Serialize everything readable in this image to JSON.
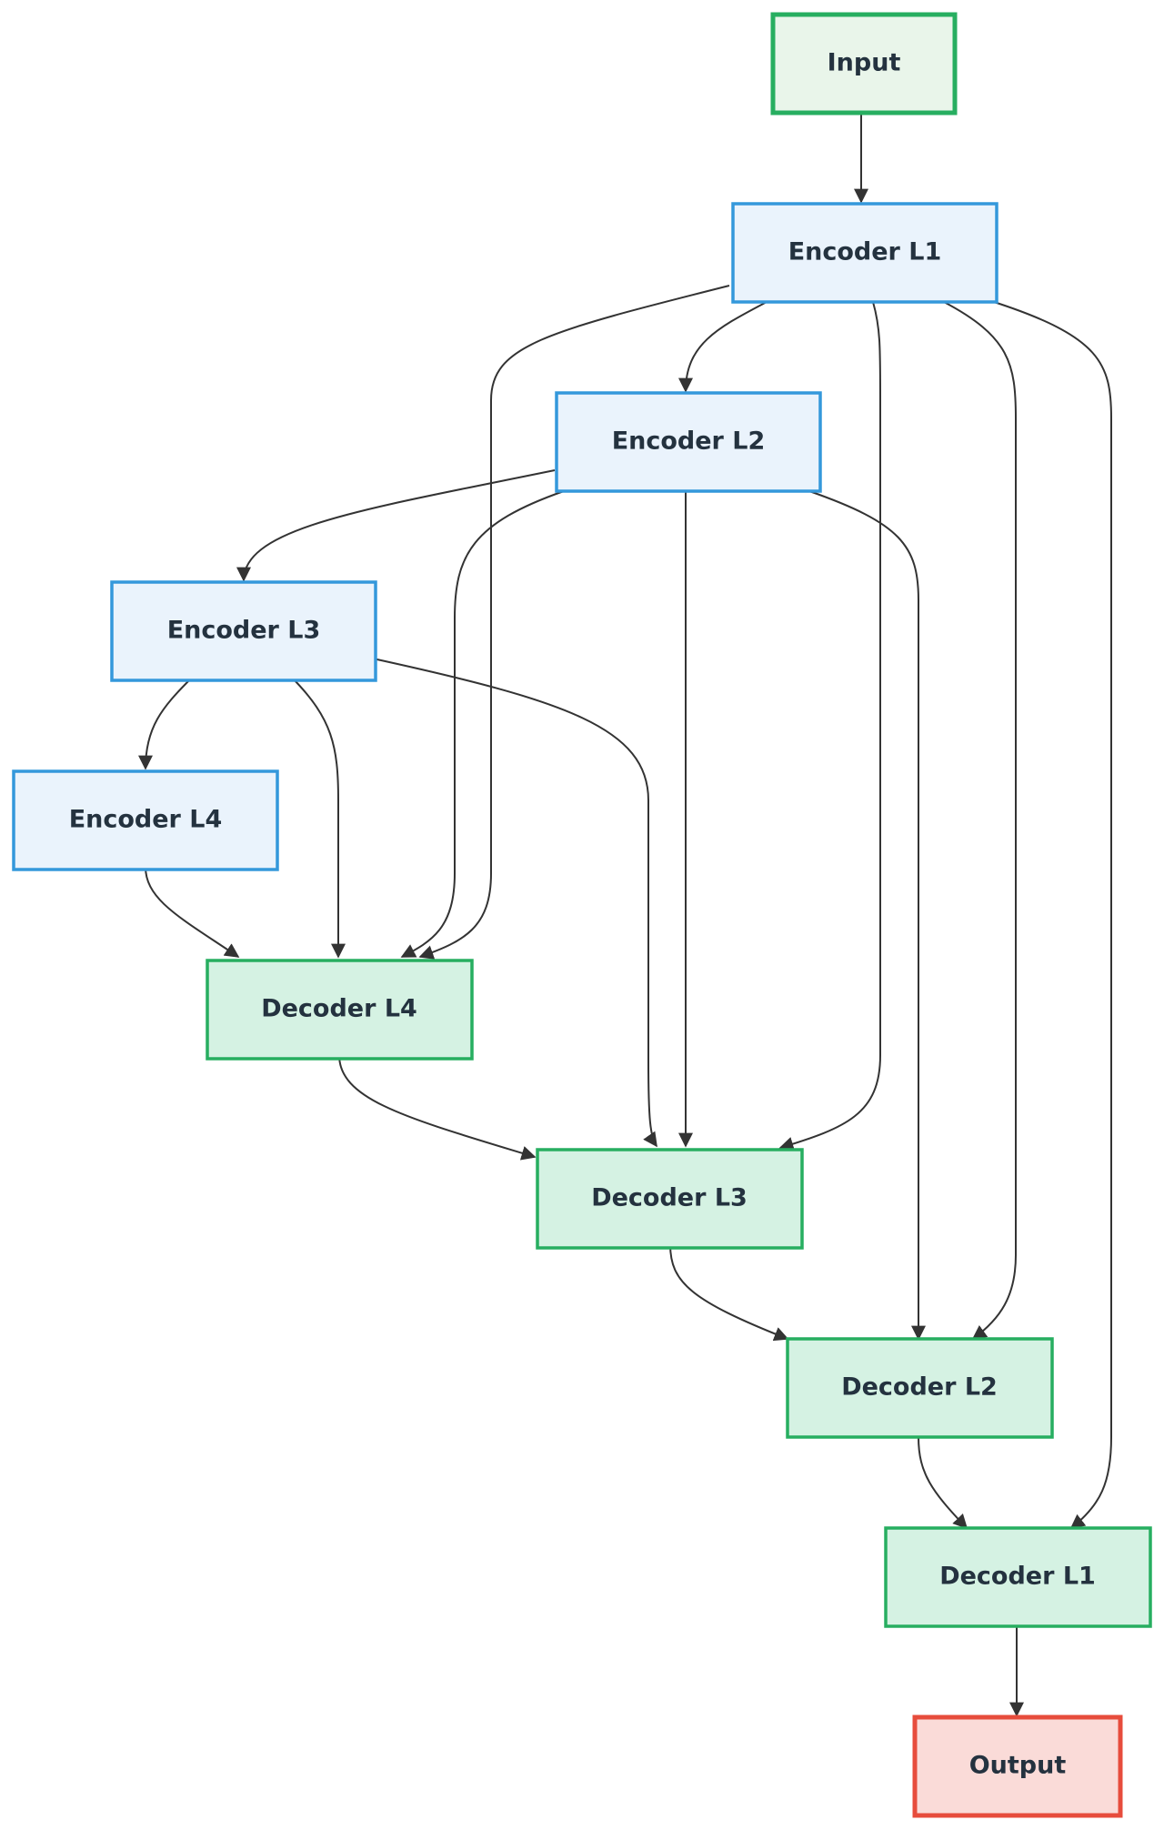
{
  "diagram": {
    "type": "flowchart",
    "direction": "top-down",
    "nodes": [
      {
        "id": "input",
        "label": "Input",
        "style": "io-input"
      },
      {
        "id": "enc1",
        "label": "Encoder L1",
        "style": "encoder"
      },
      {
        "id": "enc2",
        "label": "Encoder L2",
        "style": "encoder"
      },
      {
        "id": "enc3",
        "label": "Encoder L3",
        "style": "encoder"
      },
      {
        "id": "enc4",
        "label": "Encoder L4",
        "style": "encoder"
      },
      {
        "id": "dec4",
        "label": "Decoder L4",
        "style": "decoder"
      },
      {
        "id": "dec3",
        "label": "Decoder L3",
        "style": "decoder"
      },
      {
        "id": "dec2",
        "label": "Decoder L2",
        "style": "decoder"
      },
      {
        "id": "dec1",
        "label": "Decoder L1",
        "style": "decoder"
      },
      {
        "id": "output",
        "label": "Output",
        "style": "io-output"
      }
    ],
    "edges": [
      {
        "from": "input",
        "to": "enc1"
      },
      {
        "from": "enc1",
        "to": "enc2"
      },
      {
        "from": "enc2",
        "to": "enc3"
      },
      {
        "from": "enc3",
        "to": "enc4"
      },
      {
        "from": "enc4",
        "to": "dec4"
      },
      {
        "from": "enc3",
        "to": "dec4"
      },
      {
        "from": "enc2",
        "to": "dec4"
      },
      {
        "from": "enc1",
        "to": "dec4"
      },
      {
        "from": "dec4",
        "to": "dec3"
      },
      {
        "from": "enc3",
        "to": "dec3"
      },
      {
        "from": "enc2",
        "to": "dec3"
      },
      {
        "from": "enc1",
        "to": "dec3"
      },
      {
        "from": "dec3",
        "to": "dec2"
      },
      {
        "from": "enc2",
        "to": "dec2"
      },
      {
        "from": "enc1",
        "to": "dec2"
      },
      {
        "from": "dec2",
        "to": "dec1"
      },
      {
        "from": "enc1",
        "to": "dec1"
      },
      {
        "from": "dec1",
        "to": "output"
      }
    ],
    "styles": {
      "io-input": {
        "fill": "#e9f5ea",
        "stroke": "#27ae60"
      },
      "encoder": {
        "fill": "#eaf3fc",
        "stroke": "#3498db"
      },
      "decoder": {
        "fill": "#d5f2e3",
        "stroke": "#27ae60"
      },
      "io-output": {
        "fill": "#fadbd8",
        "stroke": "#e74c3c"
      }
    },
    "edge_color": "#333333"
  }
}
